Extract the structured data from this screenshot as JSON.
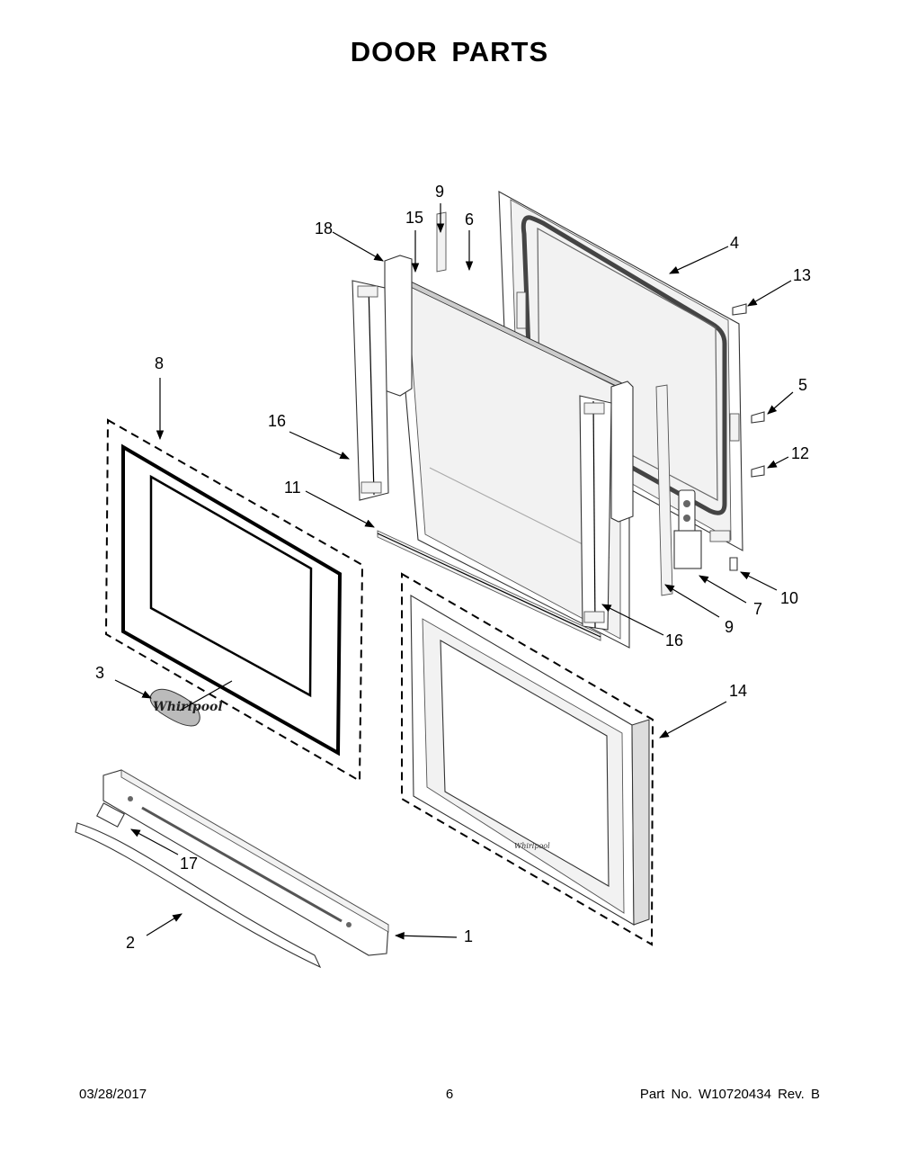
{
  "title": "DOOR PARTS",
  "footer": {
    "date": "03/28/2017",
    "page": "6",
    "part_number": "Part No.  W10720434  Rev.  B"
  },
  "callouts": {
    "c1": "1",
    "c2": "2",
    "c3": "3",
    "c4": "4",
    "c5": "5",
    "c6": "6",
    "c7": "7",
    "c8": "8",
    "c9a": "9",
    "c9b": "9",
    "c10": "10",
    "c11": "11",
    "c12": "12",
    "c13": "13",
    "c14": "14",
    "c15": "15",
    "c16a": "16",
    "c16b": "16",
    "c17": "17",
    "c18": "18"
  }
}
